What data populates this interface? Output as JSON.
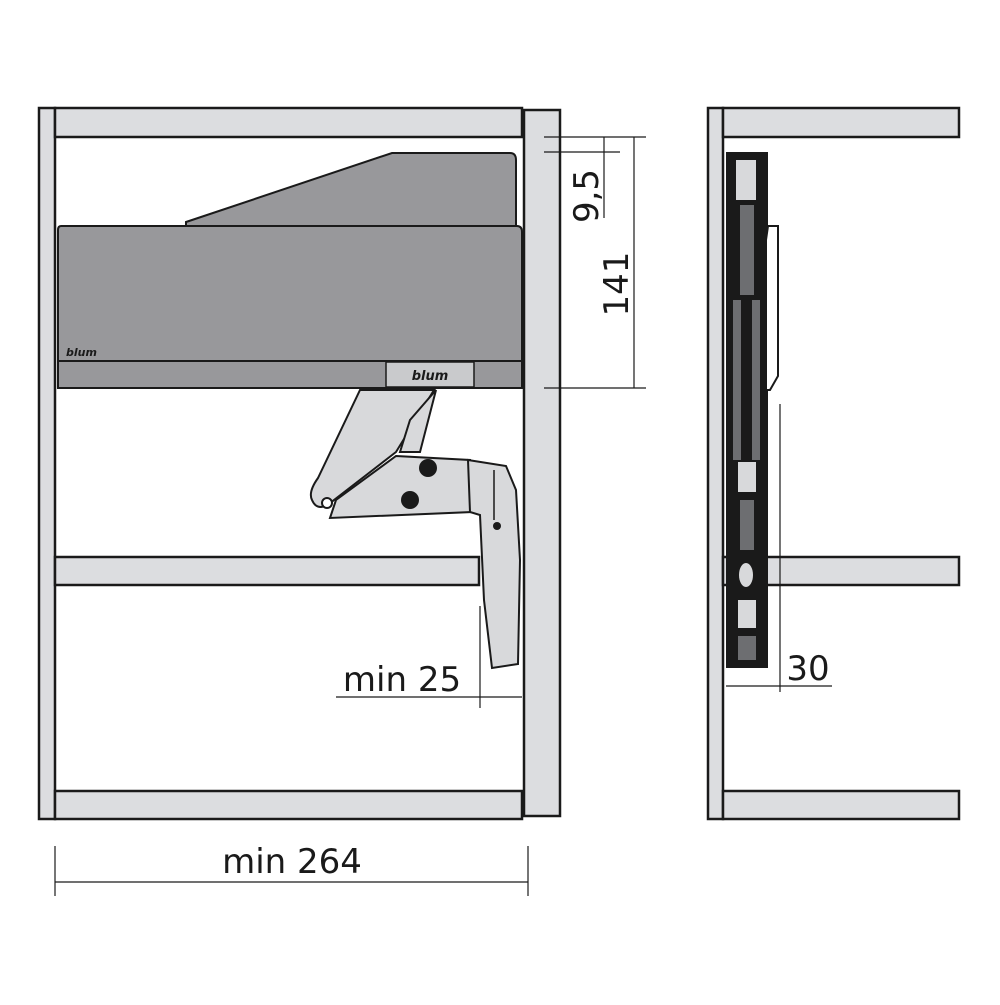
{
  "colors": {
    "panel": "#dcdde0",
    "unit": "#98989b",
    "outline": "#1a1a1a",
    "mechanism": "#d8d9db"
  },
  "logo": {
    "brand": "blum"
  },
  "dimensions": {
    "top_offset": "9,5",
    "mechanism_height": "141",
    "min_clearance": "min 25",
    "min_width": "min 264",
    "side_depth": "30"
  }
}
